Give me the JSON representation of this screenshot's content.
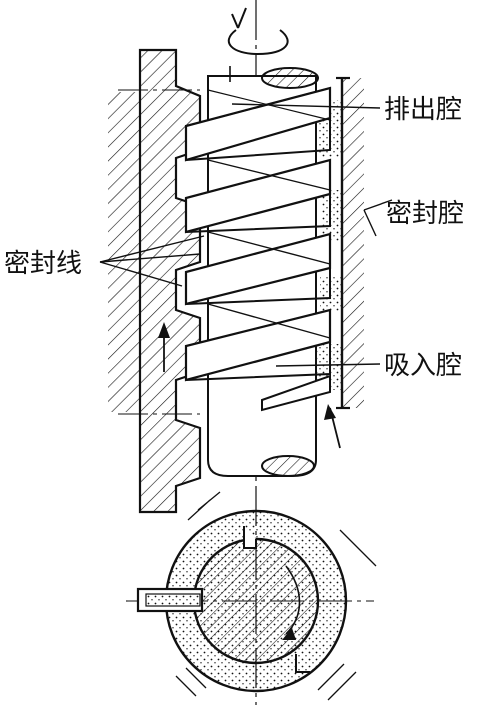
{
  "labels": {
    "discharge_chamber": "排出腔",
    "sealed_chamber": "密封腔",
    "seal_line": "密封线",
    "suction_chamber": "吸入腔"
  },
  "colors": {
    "ink": "#111111",
    "paper": "#ffffff"
  }
}
